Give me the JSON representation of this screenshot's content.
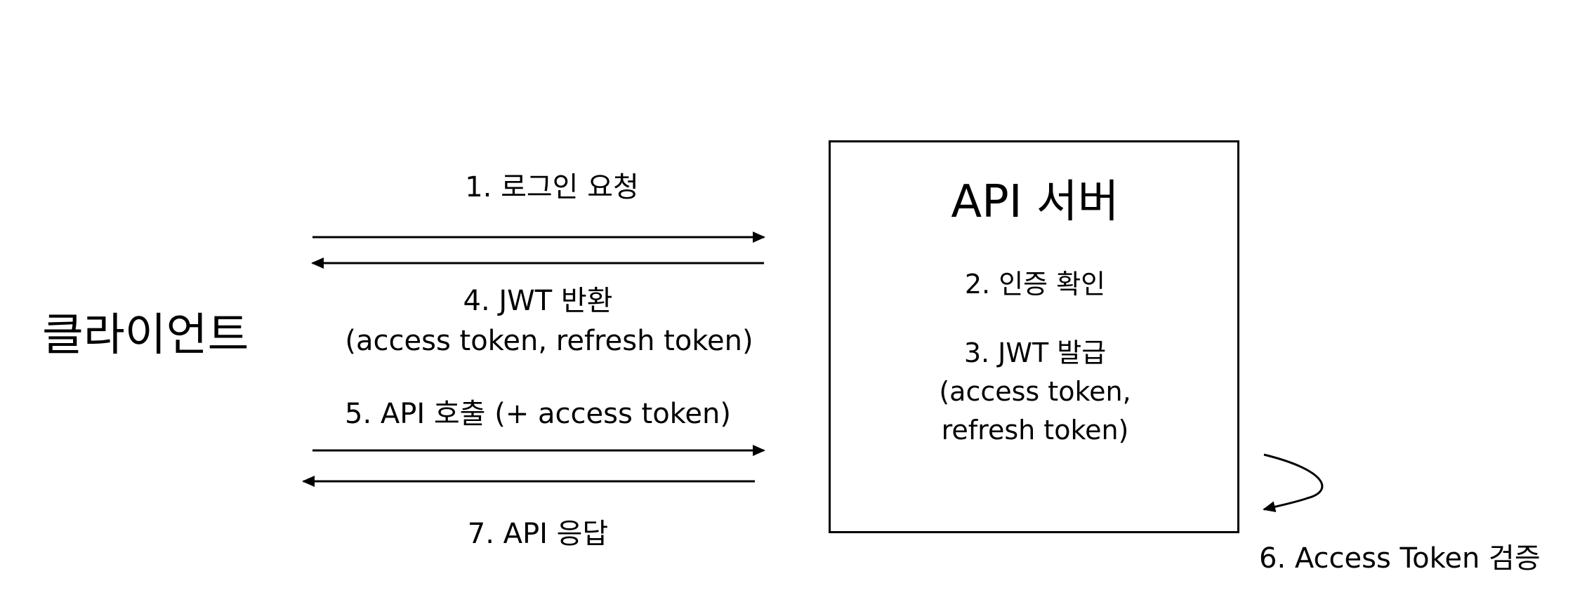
{
  "client": {
    "label": "클라이언트"
  },
  "server": {
    "title": "API 서버",
    "step2": "2. 인증 확인",
    "step3_line1": "3. JWT 발급",
    "step3_line2": "(access token,",
    "step3_line3": "refresh token)"
  },
  "messages": {
    "step1": "1. 로그인 요청",
    "step4_line1": "4. JWT 반환",
    "step4_line2": "(access token, refresh token)",
    "step5": "5. API 호출 (+ access token)",
    "step7": "7. API 응답"
  },
  "self_check": {
    "label": "6. Access Token 검증"
  },
  "colors": {
    "stroke": "#000000",
    "background": "#ffffff"
  }
}
